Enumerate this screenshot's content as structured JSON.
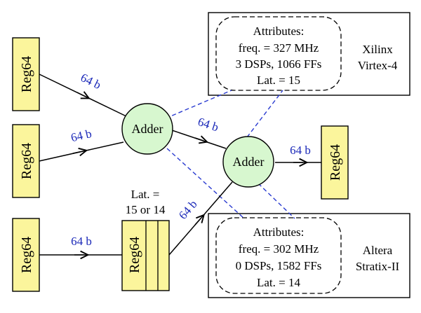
{
  "registers": {
    "reg1": "Reg64",
    "reg2": "Reg64",
    "reg3": "Reg64",
    "reg_pipe": "Reg64",
    "reg_out": "Reg64"
  },
  "adders": {
    "adder1": "Adder",
    "adder2": "Adder"
  },
  "edges": {
    "e1": "64 b",
    "e2": "64 b",
    "e3": "64 b",
    "e4": "64 b",
    "e5": "64 b",
    "e6": "64 b"
  },
  "latency_note": {
    "line1": "Lat. =",
    "line2": "15 or 14"
  },
  "xilinx": {
    "heading": "Attributes:",
    "freq": "freq. = 327 MHz",
    "resources": "3 DSPs, 1066 FFs",
    "lat": "Lat. = 15",
    "vendor_line1": "Xilinx",
    "vendor_line2": "Virtex-4"
  },
  "altera": {
    "heading": "Attributes:",
    "freq": "freq. = 302 MHz",
    "resources": "0 DSPs, 1582 FFs",
    "lat": "Lat. = 14",
    "vendor_line1": "Altera",
    "vendor_line2": "Stratix-II"
  },
  "colors": {
    "register_fill": "#fbf59c",
    "adder_fill": "#d7f7cf",
    "width_label": "#1a28b8",
    "dashed_link": "#2a3bd0"
  }
}
